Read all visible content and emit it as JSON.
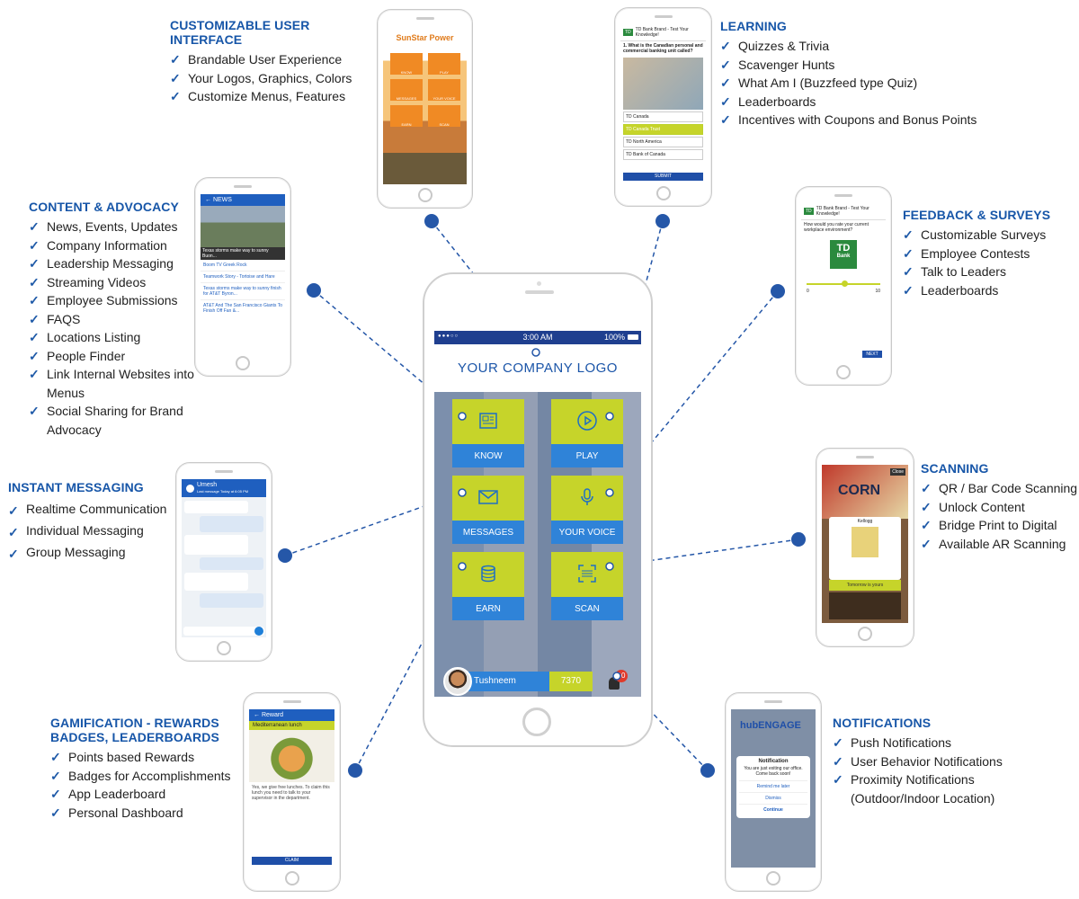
{
  "sections": {
    "customizable": {
      "title": "CUSTOMIZABLE USER INTERFACE",
      "items": [
        "Brandable User Experience",
        "Your Logos, Graphics, Colors",
        "Customize Menus, Features"
      ]
    },
    "learning": {
      "title": "LEARNING",
      "items": [
        "Quizzes & Trivia",
        "Scavenger Hunts",
        "What Am I (Buzzfeed type Quiz)",
        "Leaderboards",
        "Incentives with Coupons and Bonus Points"
      ]
    },
    "content": {
      "title": "CONTENT & ADVOCACY",
      "items": [
        "News, Events, Updates",
        "Company Information",
        "Leadership Messaging",
        "Streaming Videos",
        "Employee Submissions",
        "FAQS",
        "Locations  Listing",
        "People Finder",
        "Link Internal Websites into Menus",
        "Social Sharing for Brand Advocacy"
      ]
    },
    "feedback": {
      "title": "FEEDBACK & SURVEYS",
      "items": [
        "Customizable Surveys",
        "Employee Contests",
        "Talk to Leaders",
        "Leaderboards"
      ]
    },
    "messaging": {
      "title": "INSTANT MESSAGING",
      "items": [
        "Realtime Communication",
        "Individual Messaging",
        "Group Messaging"
      ]
    },
    "scanning": {
      "title": "SCANNING",
      "items": [
        "QR / Bar Code Scanning",
        "Unlock Content",
        "Bridge Print to Digital",
        "Available AR Scanning"
      ]
    },
    "gamification": {
      "title_line1": "GAMIFICATION - REWARDS",
      "title_line2": "BADGES,  LEADERBOARDS",
      "items": [
        "Points based Rewards",
        "Badges for Accomplishments",
        "App Leaderboard",
        "Personal Dashboard"
      ]
    },
    "notifications": {
      "title": "NOTIFICATIONS",
      "items": [
        "Push Notifications",
        "User Behavior Notifications",
        "Proximity  Notifications (Outdoor/Indoor Location)"
      ]
    }
  },
  "main_phone": {
    "status_time": "3:00 AM",
    "status_battery": "100%",
    "logo_text": "YOUR COMPANY LOGO",
    "tiles": [
      {
        "label": "KNOW",
        "icon": "newspaper-icon"
      },
      {
        "label": "PLAY",
        "icon": "play-icon"
      },
      {
        "label": "MESSAGES",
        "icon": "envelope-icon"
      },
      {
        "label": "YOUR VOICE",
        "icon": "microphone-icon"
      },
      {
        "label": "EARN",
        "icon": "coins-icon"
      },
      {
        "label": "SCAN",
        "icon": "scan-icon"
      }
    ],
    "user_name": "Tushneem",
    "points": "7370",
    "notif_count": "10"
  },
  "mini": {
    "sunstar": {
      "brand": "SunStar Power",
      "tiles": [
        "KNOW",
        "PLAY",
        "MESSAGES",
        "YOUR VOICE",
        "EARN",
        "SCAN"
      ]
    },
    "quiz": {
      "header": "TD Bank Brand - Test Your Knowledge!",
      "question": "1. What is the Canadian personal and commercial banking unit called?",
      "options": [
        "TD Canada",
        "TD Canada Trust",
        "TD North America",
        "TD Bank of Canada"
      ],
      "submit": "SUBMIT"
    },
    "news": {
      "header": "NEWS",
      "items": [
        "Texas storms make way to sunny Buon...",
        "Boom TV Greek Rock",
        "Teamwork Story - Tortoise and Hare",
        "Texas storms make way to sunny finish for AT&T Byron...",
        "AT&T And The San Francisco Giants To Finish Off Fan &..."
      ]
    },
    "survey": {
      "header": "TD Bank Brand - Test Your Knowledge!",
      "question": "How would you rate your current workplace environment?",
      "logo": "TD",
      "logo_sub": "Bank",
      "scale_min": "0",
      "scale_max": "10",
      "next": "NEXT"
    },
    "chat": {
      "name": "Umesh",
      "sub": "Last message Today at 6:05 PM"
    },
    "scan": {
      "brand": "CORN",
      "sub": "Kellogg",
      "tomorrow": "Tomorrow is yours",
      "close": "Close"
    },
    "reward": {
      "header": "Reward",
      "title": "Mediterranean lunch",
      "desc": "Yes, we give free lunches. To claim this lunch you need to talk to your supervisor in the department.",
      "claim": "CLAIM"
    },
    "notif": {
      "brand": "hubENGAGE",
      "title": "Notification",
      "msg": "You are just exiting our office. Come back soon!",
      "actions": [
        "Remind me later",
        "Dismiss",
        "Continue"
      ]
    }
  }
}
